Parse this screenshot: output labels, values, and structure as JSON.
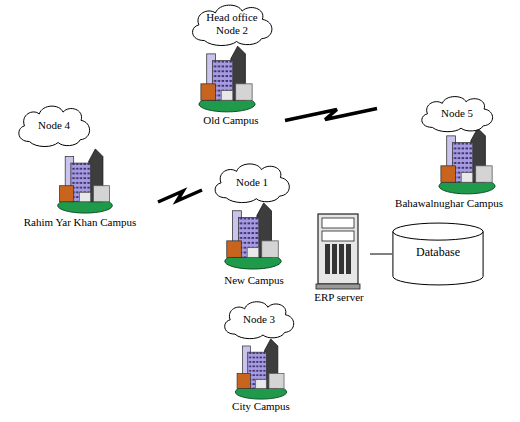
{
  "diagram": {
    "nodes": [
      {
        "text": [
          "Head office Node 2",
          "Old Campus"
        ]
      },
      {
        "text": [
          "Node 4",
          "Rahim Yar Khan Campus"
        ]
      },
      {
        "text": [
          "Node 1",
          "New Campus"
        ]
      },
      {
        "text": [
          "Node 5",
          "Bahawalnughar Campus"
        ]
      },
      {
        "text": [
          "ERP server"
        ]
      },
      {
        "text": [
          "Database"
        ]
      },
      {
        "text": [
          "Node 3",
          "City Campus"
        ]
      }
    ],
    "edges": [
      {
        "from": 1,
        "to": 2,
        "arrow": "none"
      },
      {
        "from": 0,
        "to": 3,
        "arrow": "none"
      },
      {
        "from": 4,
        "to": 5,
        "arrow": "none"
      }
    ]
  }
}
